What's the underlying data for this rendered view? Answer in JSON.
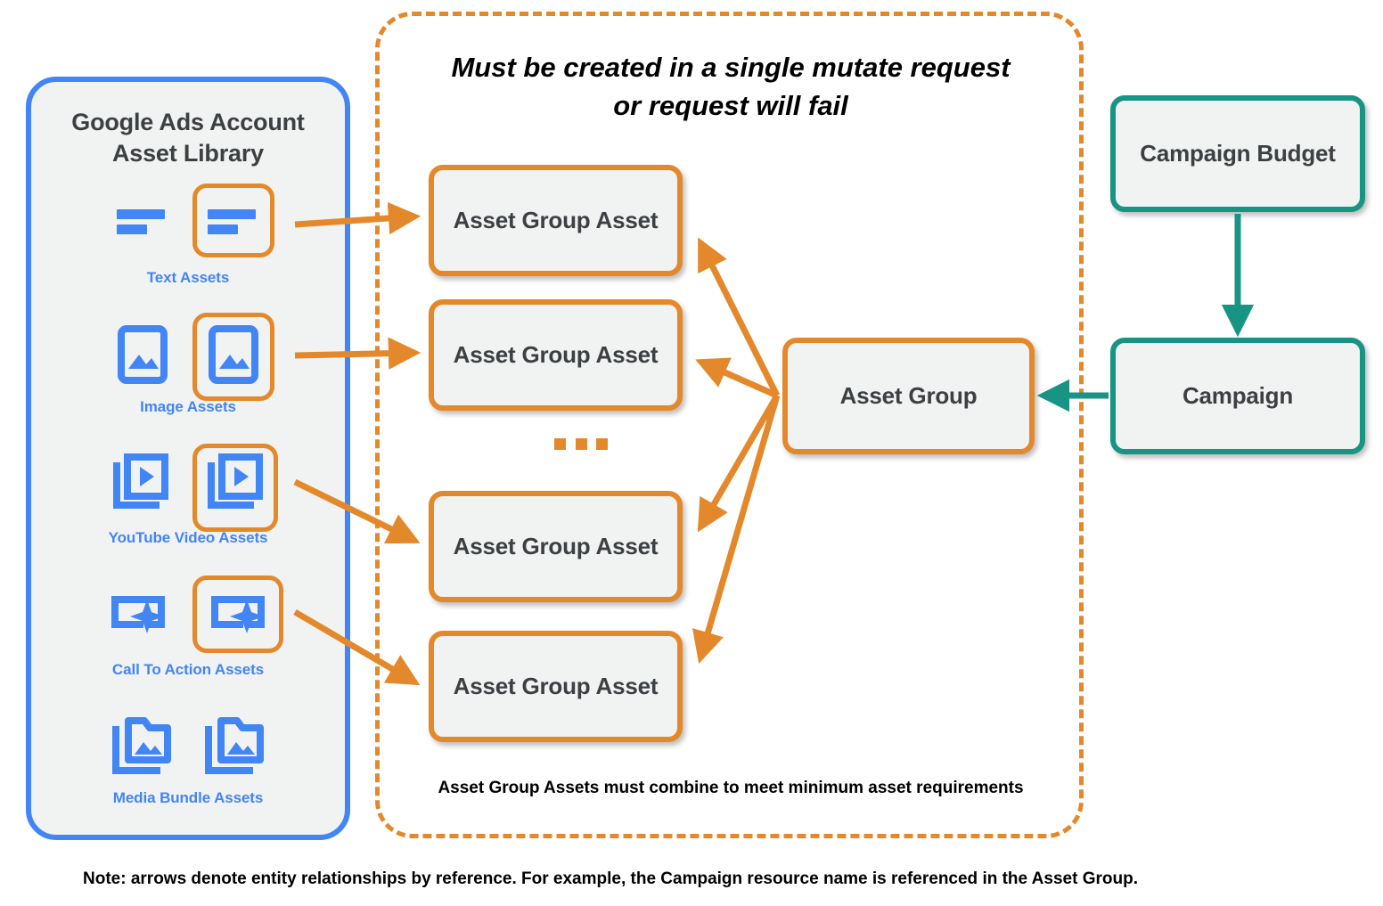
{
  "library": {
    "title_line1": "Google Ads Account",
    "title_line2": "Asset Library",
    "assets": [
      {
        "label": "Text Assets",
        "icon": "text-asset-icon"
      },
      {
        "label": "Image Assets",
        "icon": "image-asset-icon"
      },
      {
        "label": "YouTube Video  Assets",
        "icon": "youtube-video-asset-icon"
      },
      {
        "label": "Call To Action Assets",
        "icon": "call-to-action-asset-icon"
      },
      {
        "label": "Media Bundle  Assets",
        "icon": "media-bundle-asset-icon"
      }
    ]
  },
  "mutate_container": {
    "heading_line1": "Must be created in a single mutate request",
    "heading_line2": "or request will fail",
    "bottom_note": "Asset Group Assets must combine to meet minimum asset requirements"
  },
  "asset_group_assets": [
    {
      "label": "Asset Group Asset"
    },
    {
      "label": "Asset Group Asset"
    },
    {
      "label": "Asset Group Asset"
    },
    {
      "label": "Asset Group Asset"
    }
  ],
  "nodes": {
    "asset_group": "Asset Group",
    "campaign_budget": "Campaign Budget",
    "campaign": "Campaign"
  },
  "footnote": "Note: arrows denote entity relationships by reference. For example, the Campaign resource name is referenced in the Asset Group.",
  "colors": {
    "orange": "#E4892B",
    "teal": "#179483",
    "blue": "#4285F4",
    "box_fill": "#F1F2F2",
    "text_dark": "#3C4043",
    "black": "#000000"
  }
}
